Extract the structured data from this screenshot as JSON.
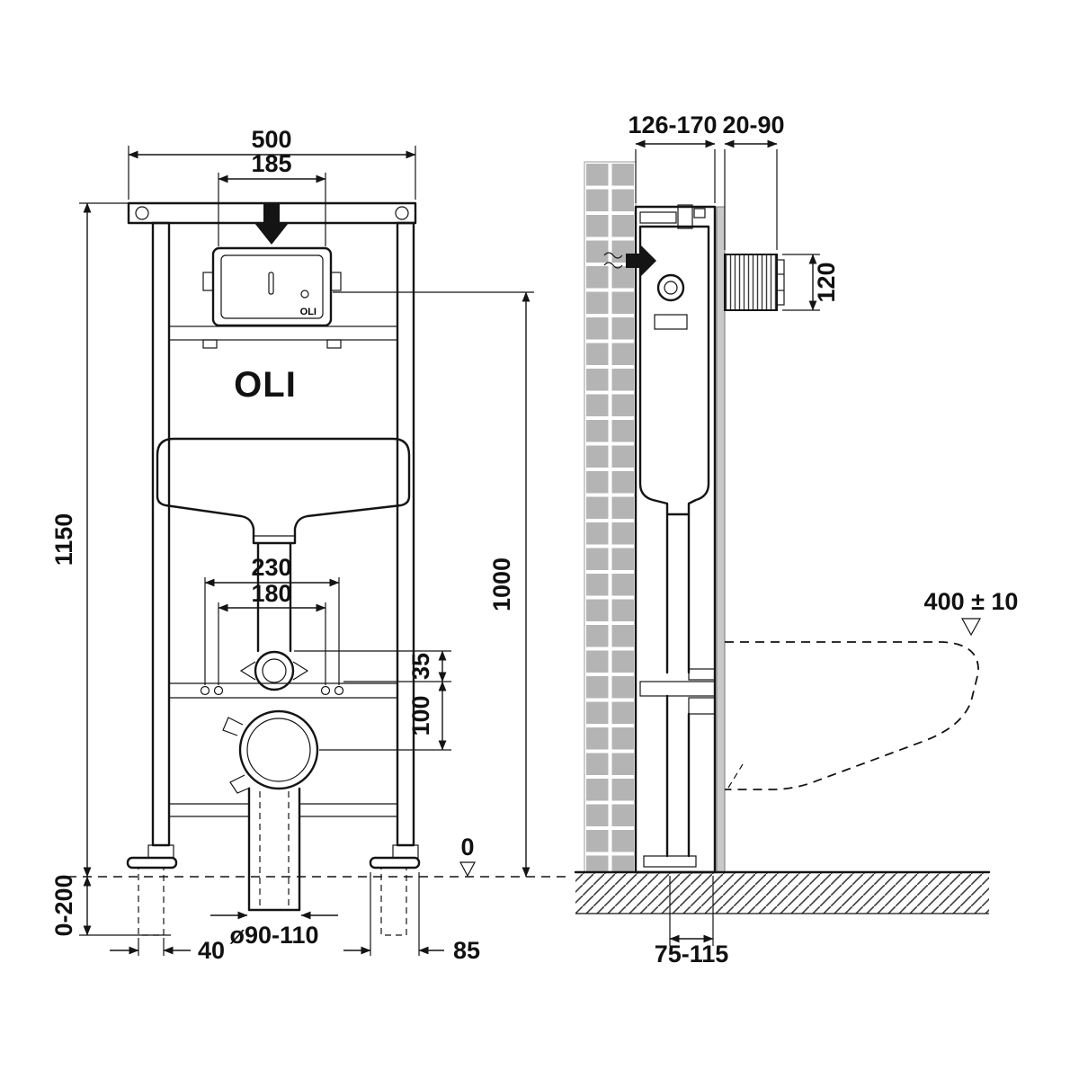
{
  "brand": {
    "logo_main": "OLI",
    "logo_plate": "OLI"
  },
  "front": {
    "dim_width_total": "500",
    "dim_plate_width": "185",
    "dim_height_total": "1150",
    "dim_leg_adjust": "0-200",
    "dim_flush_height": "1000",
    "dim_fix_outer": "230",
    "dim_fix_inner": "180",
    "dim_offset_bend": "35",
    "dim_offset_outlet": "100",
    "datum_zero": "0",
    "dim_outlet_dia": "ø90-110",
    "dim_foot_left": "40",
    "dim_foot_right": "85"
  },
  "side": {
    "dim_depth": "126-170",
    "dim_plate_depth": "20-90",
    "dim_actuator": "120",
    "dim_bowl_height": "400 ± 10",
    "dim_outlet_offset": "75-115"
  }
}
